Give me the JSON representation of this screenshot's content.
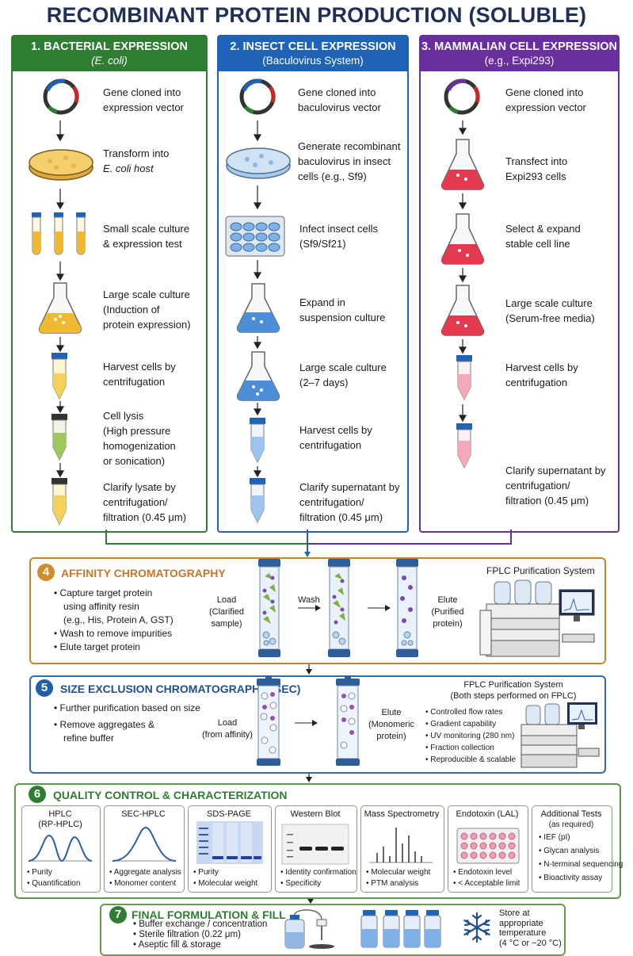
{
  "title": "RECOMBINANT PROTEIN PRODUCTION (SOLUBLE)",
  "colors": {
    "bacterial": "#2e7d32",
    "insect": "#1f63b6",
    "mammalian": "#6a2f9f",
    "affinity": "#c8842a",
    "sec": "#1f5fa8",
    "qc": "#4f8a3a",
    "final": "#5a8f3a"
  },
  "columns": [
    {
      "heading": "1. BACTERIAL EXPRESSION",
      "subheading": "(E. coli)",
      "steps": [
        {
          "icon": "plasmid-icon",
          "lines": [
            "Gene cloned into",
            "expression vector"
          ]
        },
        {
          "icon": "petri-dish-icon",
          "lines": [
            "Transform into",
            "E. coli host"
          ]
        },
        {
          "icon": "culture-tubes-icon",
          "lines": [
            "Small scale culture",
            "& expression test"
          ]
        },
        {
          "icon": "flask-icon",
          "lines": [
            "Large scale culture",
            "(Induction of",
            "protein expression)"
          ]
        },
        {
          "icon": "centrifuge-tube-icon",
          "lines": [
            "Harvest cells by",
            "centrifugation"
          ]
        },
        {
          "icon": "lysis-tube-icon",
          "lines": [
            "Cell lysis",
            "(High pressure",
            "homogenization",
            "or sonication)"
          ]
        },
        {
          "icon": "centrifuge-tube-icon",
          "lines": [
            "Clarify lysate by",
            "centrifugation/",
            "filtration (0.45 μm)"
          ]
        }
      ]
    },
    {
      "heading": "2. INSECT CELL EXPRESSION",
      "subheading": "(Baculovirus System)",
      "steps": [
        {
          "icon": "plasmid-icon",
          "lines": [
            "Gene cloned into",
            "baculovirus vector"
          ]
        },
        {
          "icon": "petri-dish-icon",
          "lines": [
            "Generate recombinant",
            "baculovirus in insect",
            "cells (e.g., Sf9)"
          ]
        },
        {
          "icon": "well-plate-icon",
          "lines": [
            "Infect insect cells",
            "(Sf9/Sf21)"
          ]
        },
        {
          "icon": "flask-icon",
          "lines": [
            "Expand in",
            "suspension culture"
          ]
        },
        {
          "icon": "flask-icon",
          "lines": [
            "Large scale culture",
            "(2–7 days)"
          ]
        },
        {
          "icon": "centrifuge-tube-icon",
          "lines": [
            "Harvest cells by",
            "centrifugation"
          ]
        },
        {
          "icon": "centrifuge-tube-icon",
          "lines": [
            "Clarify supernatant by",
            "centrifugation/",
            "filtration (0.45 μm)"
          ]
        }
      ]
    },
    {
      "heading": "3. MAMMALIAN CELL EXPRESSION",
      "subheading": "(e.g., Expi293)",
      "steps": [
        {
          "icon": "plasmid-icon",
          "lines": [
            "Gene cloned into",
            "expression vector"
          ]
        },
        {
          "icon": "flask-icon",
          "lines": [
            "Transfect into",
            "Expi293 cells"
          ]
        },
        {
          "icon": "flask-icon",
          "lines": [
            "Select & expand",
            "stable cell line"
          ]
        },
        {
          "icon": "flask-icon",
          "lines": [
            "Large scale culture",
            "(Serum-free media)"
          ]
        },
        {
          "icon": "centrifuge-tube-icon",
          "lines": [
            "Harvest cells by",
            "centrifugation"
          ]
        },
        {
          "icon": "centrifuge-tube-icon",
          "lines": [
            "Clarify supernatant by",
            "centrifugation/",
            "filtration (0.45 μm)"
          ]
        }
      ]
    }
  ],
  "affinity": {
    "number": "4",
    "heading": "AFFINITY CHROMATOGRAPHY",
    "bullets": [
      "Capture target protein",
      "using affinity resin",
      "(e.g., His, Protein A, GST)",
      "Wash to remove impurities",
      "Elute target protein"
    ],
    "load": [
      "Load",
      "(Clarified",
      "sample)"
    ],
    "wash": "Wash",
    "elute": [
      "Elute",
      "(Purified",
      "protein)"
    ],
    "system_label": "FPLC Purification System"
  },
  "sec": {
    "number": "5",
    "heading": "SIZE EXCLUSION CHROMATOGRAPHY (SEC)",
    "bullets": [
      "Further purification based on size",
      "Remove aggregates &",
      "refine buffer"
    ],
    "load": [
      "Load",
      "(from affinity)"
    ],
    "elute": [
      "Elute",
      "(Monomeric",
      "protein)"
    ],
    "system_label": "FPLC Purification System",
    "system_sub": "(Both steps performed on FPLC)",
    "features": [
      "Controlled flow rates",
      "Gradient capability",
      "UV monitoring (280 nm)",
      "Fraction collection",
      "Reproducible & scalable"
    ]
  },
  "qc": {
    "number": "6",
    "heading": "QUALITY CONTROL & CHARACTERIZATION",
    "cards": [
      {
        "title": [
          "HPLC",
          "(RP-HPLC)"
        ],
        "bullets": [
          "Purity",
          "Quantification"
        ],
        "graphic": "two-peak-chromatogram-icon"
      },
      {
        "title": [
          "SEC-HPLC"
        ],
        "bullets": [
          "Aggregate analysis",
          "Monomer content"
        ],
        "graphic": "single-peak-chromatogram-icon"
      },
      {
        "title": [
          "SDS-PAGE"
        ],
        "bullets": [
          "Purity",
          "Molecular weight"
        ],
        "graphic": "gel-icon"
      },
      {
        "title": [
          "Western Blot"
        ],
        "bullets": [
          "Identity confirmation",
          "Specificity"
        ],
        "graphic": "blot-icon"
      },
      {
        "title": [
          "Mass Spectrometry"
        ],
        "bullets": [
          "Molecular weight",
          "PTM analysis"
        ],
        "graphic": "mass-spectrum-icon"
      },
      {
        "title": [
          "Endotoxin (LAL)"
        ],
        "bullets": [
          "Endotoxin level",
          "< Acceptable limit"
        ],
        "graphic": "well-plate-icon"
      },
      {
        "title": [
          "Additional Tests",
          "(as required)"
        ],
        "bullets": [
          "IEF (pI)",
          "Glycan analysis",
          "N-terminal sequencing",
          "Bioactivity assay"
        ],
        "graphic": ""
      }
    ]
  },
  "final": {
    "number": "7",
    "heading": "FINAL FORMULATION & FILL",
    "bullets": [
      "Buffer exchange / concentration",
      "Sterile filtration (0.22 μm)",
      "Aseptic fill & storage"
    ],
    "storage": [
      "Store at",
      "appropriate",
      "temperature",
      "(4 °C or −20 °C)"
    ]
  }
}
